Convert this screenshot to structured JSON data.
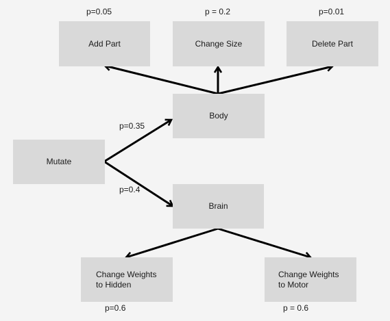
{
  "nodes": {
    "add_part": "Add Part",
    "change_size": "Change Size",
    "delete_part": "Delete Part",
    "body": "Body",
    "mutate": "Mutate",
    "brain": "Brain",
    "change_weights_hidden": "Change Weights\nto Hidden",
    "change_weights_motor": "Change Weights\nto Motor"
  },
  "probabilities": {
    "add_part": "p=0.05",
    "change_size": "p = 0.2",
    "delete_part": "p=0.01",
    "body": "p=0.35",
    "brain": "p=0.4",
    "change_weights_hidden": "p=0.6",
    "change_weights_motor": "p = 0.6"
  },
  "edges": [
    {
      "from": "mutate",
      "to": "body"
    },
    {
      "from": "mutate",
      "to": "brain"
    },
    {
      "from": "body",
      "to": "add_part"
    },
    {
      "from": "body",
      "to": "change_size"
    },
    {
      "from": "body",
      "to": "delete_part"
    },
    {
      "from": "brain",
      "to": "change_weights_hidden"
    },
    {
      "from": "brain",
      "to": "change_weights_motor"
    }
  ]
}
